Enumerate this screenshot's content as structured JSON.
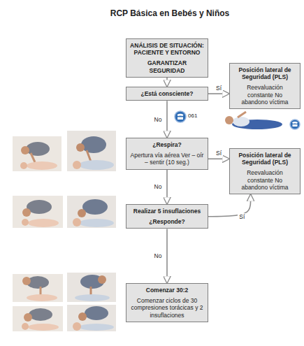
{
  "diagram": {
    "title": "RCP Básica  en Bebés y Niños",
    "nodes": [
      {
        "text": [
          "ANÁLISIS DE SITUACIÓN: PACIENTE Y ENTORNO",
          "GARANTIZAR SEGURIDAD"
        ]
      },
      {
        "text": [
          "¿Está consciente?"
        ]
      },
      {
        "text": [
          "Posición lateral de Seguridad (PLS)",
          "Reevaluación constante No abandono víctima"
        ]
      },
      {
        "text": [
          "¿Respira?",
          "Apertura vía aérea Ver – oír – sentir (10 seg.)"
        ]
      },
      {
        "text": [
          "Posición lateral de Seguridad (PLS)",
          "Reevaluación constante No abandono víctima"
        ]
      },
      {
        "text": [
          "Realizar 5  insuflaciones",
          "¿Responde?"
        ]
      },
      {
        "text": [
          "Comenzar 30:2",
          "Comenzar ciclos de 30 compresiones torácicas y 2 insuflaciones"
        ]
      }
    ],
    "edges": [
      {
        "from": 0,
        "to": 1,
        "arrow": "to"
      },
      {
        "from": 1,
        "to": 2,
        "label": "Sí",
        "arrow": "to"
      },
      {
        "from": 1,
        "to": 3,
        "label": "No",
        "arrow": "to"
      },
      {
        "from": 3,
        "to": 4,
        "label": "Sí",
        "arrow": "to"
      },
      {
        "from": 3,
        "to": 5,
        "label": "No",
        "arrow": "to"
      },
      {
        "from": 5,
        "to": 4,
        "label": "Sí",
        "arrow": "to"
      },
      {
        "from": 5,
        "to": 6,
        "label": "No",
        "arrow": "to"
      }
    ],
    "labels": [
      "061"
    ]
  }
}
